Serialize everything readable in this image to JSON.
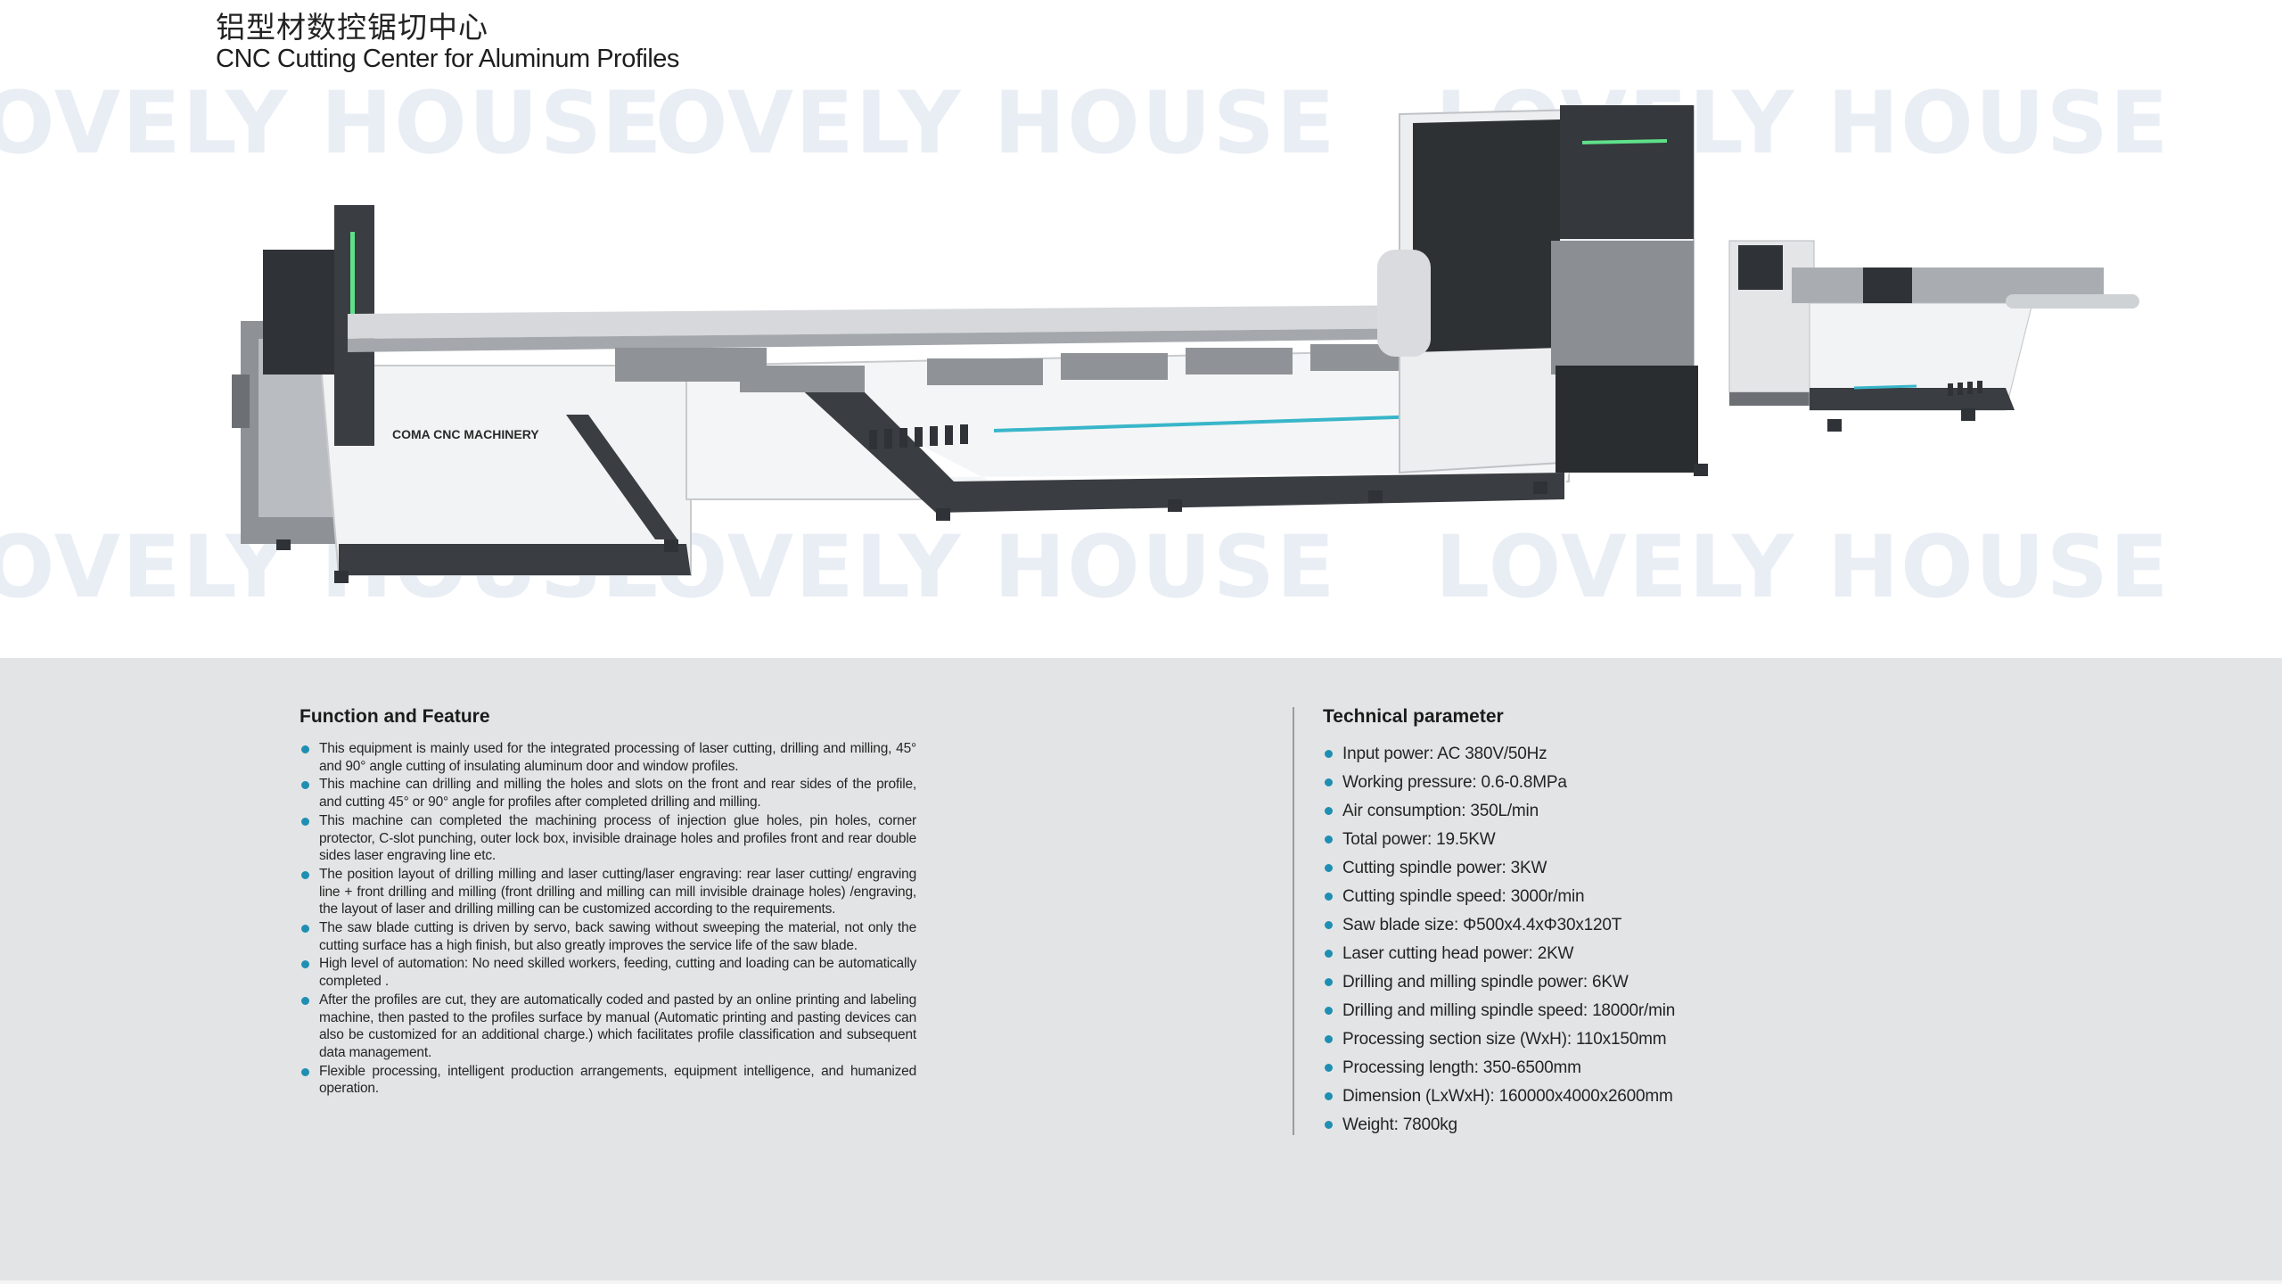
{
  "header": {
    "title_zh": "铝型材数控锯切中心",
    "title_en": "CNC Cutting Center for Aluminum Profiles"
  },
  "watermark": {
    "text": "LOVELY HOUSE"
  },
  "machine": {
    "brand_label": "COMA CNC MACHINERY",
    "accent_color": "#38b6c9",
    "panel_color": "#3a3d42"
  },
  "function_section": {
    "title": "Function and Feature",
    "items": [
      "This equipment is mainly used for the integrated processing of laser cutting, drilling and milling, 45° and 90° angle cutting of insulating aluminum door and window profiles.",
      "This machine can drilling and milling the holes and slots on the front and rear sides of the profile, and cutting 45° or 90° angle for profiles after completed drilling and milling.",
      "This machine can completed the machining process of injection glue holes, pin holes, corner protector, C-slot punching, outer lock box, invisible drainage holes and profiles front and rear double sides laser engraving line etc.",
      "The position layout of drilling milling and laser cutting/laser engraving: rear laser cutting/ engraving line + front drilling and milling (front drilling and milling can mill invisible drainage holes) /engraving, the layout of laser and drilling milling can be customized according to the requirements.",
      "The saw blade cutting is driven by servo, back sawing without sweeping the material, not only the cutting surface has a high finish, but also greatly improves the service life of the saw blade.",
      "High level of automation: No need skilled workers, feeding, cutting and loading can be automatically completed .",
      "After the profiles are cut, they are automatically coded and pasted by an online printing and labeling machine, then pasted to the profiles surface by manual (Automatic printing and pasting devices can also be customized for an additional charge.) which facilitates profile classification and subsequent data management.",
      "Flexible processing, intelligent production arrangements, equipment intelligence, and humanized operation."
    ]
  },
  "tech_section": {
    "title": "Technical parameter",
    "items": [
      "Input power: AC 380V/50Hz",
      "Working pressure: 0.6-0.8MPa",
      "Air consumption: 350L/min",
      "Total power: 19.5KW",
      "Cutting spindle power: 3KW",
      "Cutting spindle speed: 3000r/min",
      "Saw blade size: Φ500x4.4xΦ30x120T",
      "Laser cutting head power: 2KW",
      "Drilling and milling spindle power: 6KW",
      "Drilling and milling spindle speed: 18000r/min",
      "Processing section size (WxH): 110x150mm",
      "Processing length: 350-6500mm",
      "Dimension (LxWxH): 160000x4000x2600mm",
      "Weight: 7800kg"
    ]
  },
  "colors": {
    "bullet": "#1e8fb2",
    "bottom_bg": "#e3e4e5"
  }
}
